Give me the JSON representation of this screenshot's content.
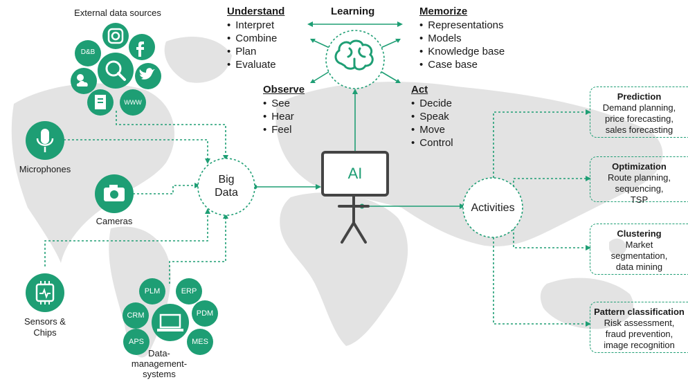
{
  "colors": {
    "accent": "#1e9e74",
    "map": "#e3e3e3",
    "frame": "#444444"
  },
  "external": {
    "title": "External data sources",
    "dnb": "D&B",
    "www": "WWW",
    "icons": [
      "instagram-icon",
      "facebook-icon",
      "search-icon",
      "twitter-icon",
      "weather-icon",
      "document-icon"
    ]
  },
  "sources": {
    "microphones": "Microphones",
    "cameras": "Cameras",
    "sensors": "Sensors &\nChips",
    "dms": "Data-\nmanagement-\nsystems"
  },
  "dms_items": [
    "PLM",
    "ERP",
    "CRM",
    "PDM",
    "APS",
    "MES"
  ],
  "big_data": "Big\nData",
  "ai": "AI",
  "activities": "Activities",
  "understand": {
    "title": "Understand",
    "items": [
      "Interpret",
      "Combine",
      "Plan",
      "Evaluate"
    ]
  },
  "learning": {
    "title": "Learning"
  },
  "memorize": {
    "title": "Memorize",
    "items": [
      "Representations",
      "Models",
      "Knowledge base",
      "Case base"
    ]
  },
  "observe": {
    "title": "Observe",
    "items": [
      "See",
      "Hear",
      "Feel"
    ]
  },
  "act": {
    "title": "Act",
    "items": [
      "Decide",
      "Speak",
      "Move",
      "Control"
    ]
  },
  "outputs": [
    {
      "title": "Prediction",
      "text": "Demand planning,\nprice forecasting,\nsales forecasting"
    },
    {
      "title": "Optimization",
      "text": "Route planning,\nsequencing,\nTSP"
    },
    {
      "title": "Clustering",
      "text": "Market\nsegmentation,\ndata mining"
    },
    {
      "title": "Pattern classification",
      "text": "Risk assessment,\nfraud prevention,\nimage recognition"
    }
  ]
}
